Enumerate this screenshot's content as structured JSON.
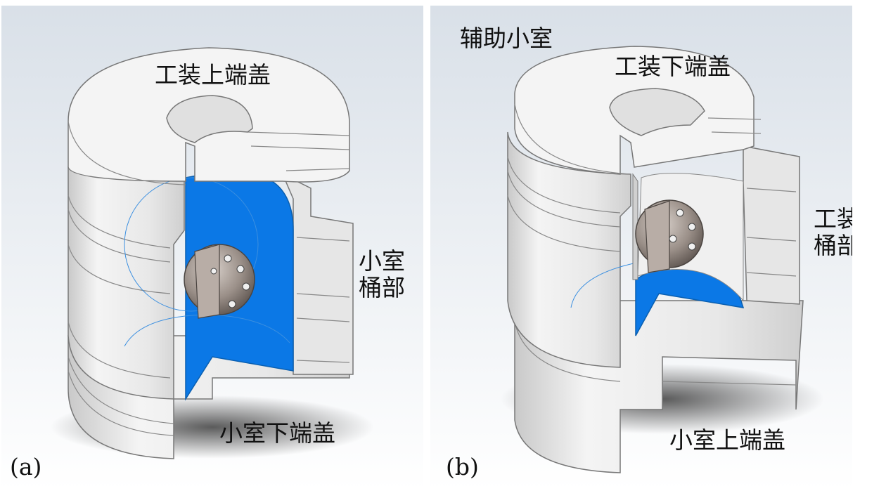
{
  "panels": [
    {
      "tag": "(a)",
      "labels": {
        "top_cover": "工装上端盖",
        "barrel_1": "小室",
        "barrel_2": "桶部",
        "bottom_cover": "小室下端盖"
      }
    },
    {
      "tag": "(b)",
      "labels": {
        "aux_chamber": "辅助小室",
        "bottom_cover": "工装下端盖",
        "barrel_1": "工装",
        "barrel_2": "桶部",
        "top_cover": "小室上端盖"
      }
    }
  ],
  "colors": {
    "body_light": "#f2f2f2",
    "body_mid": "#dcdcdc",
    "body_shadow": "#b8b8b8",
    "cut_blue": "#0b78e6",
    "sphere_metal": "#8a7f78",
    "background_top": "#dde3ea"
  }
}
